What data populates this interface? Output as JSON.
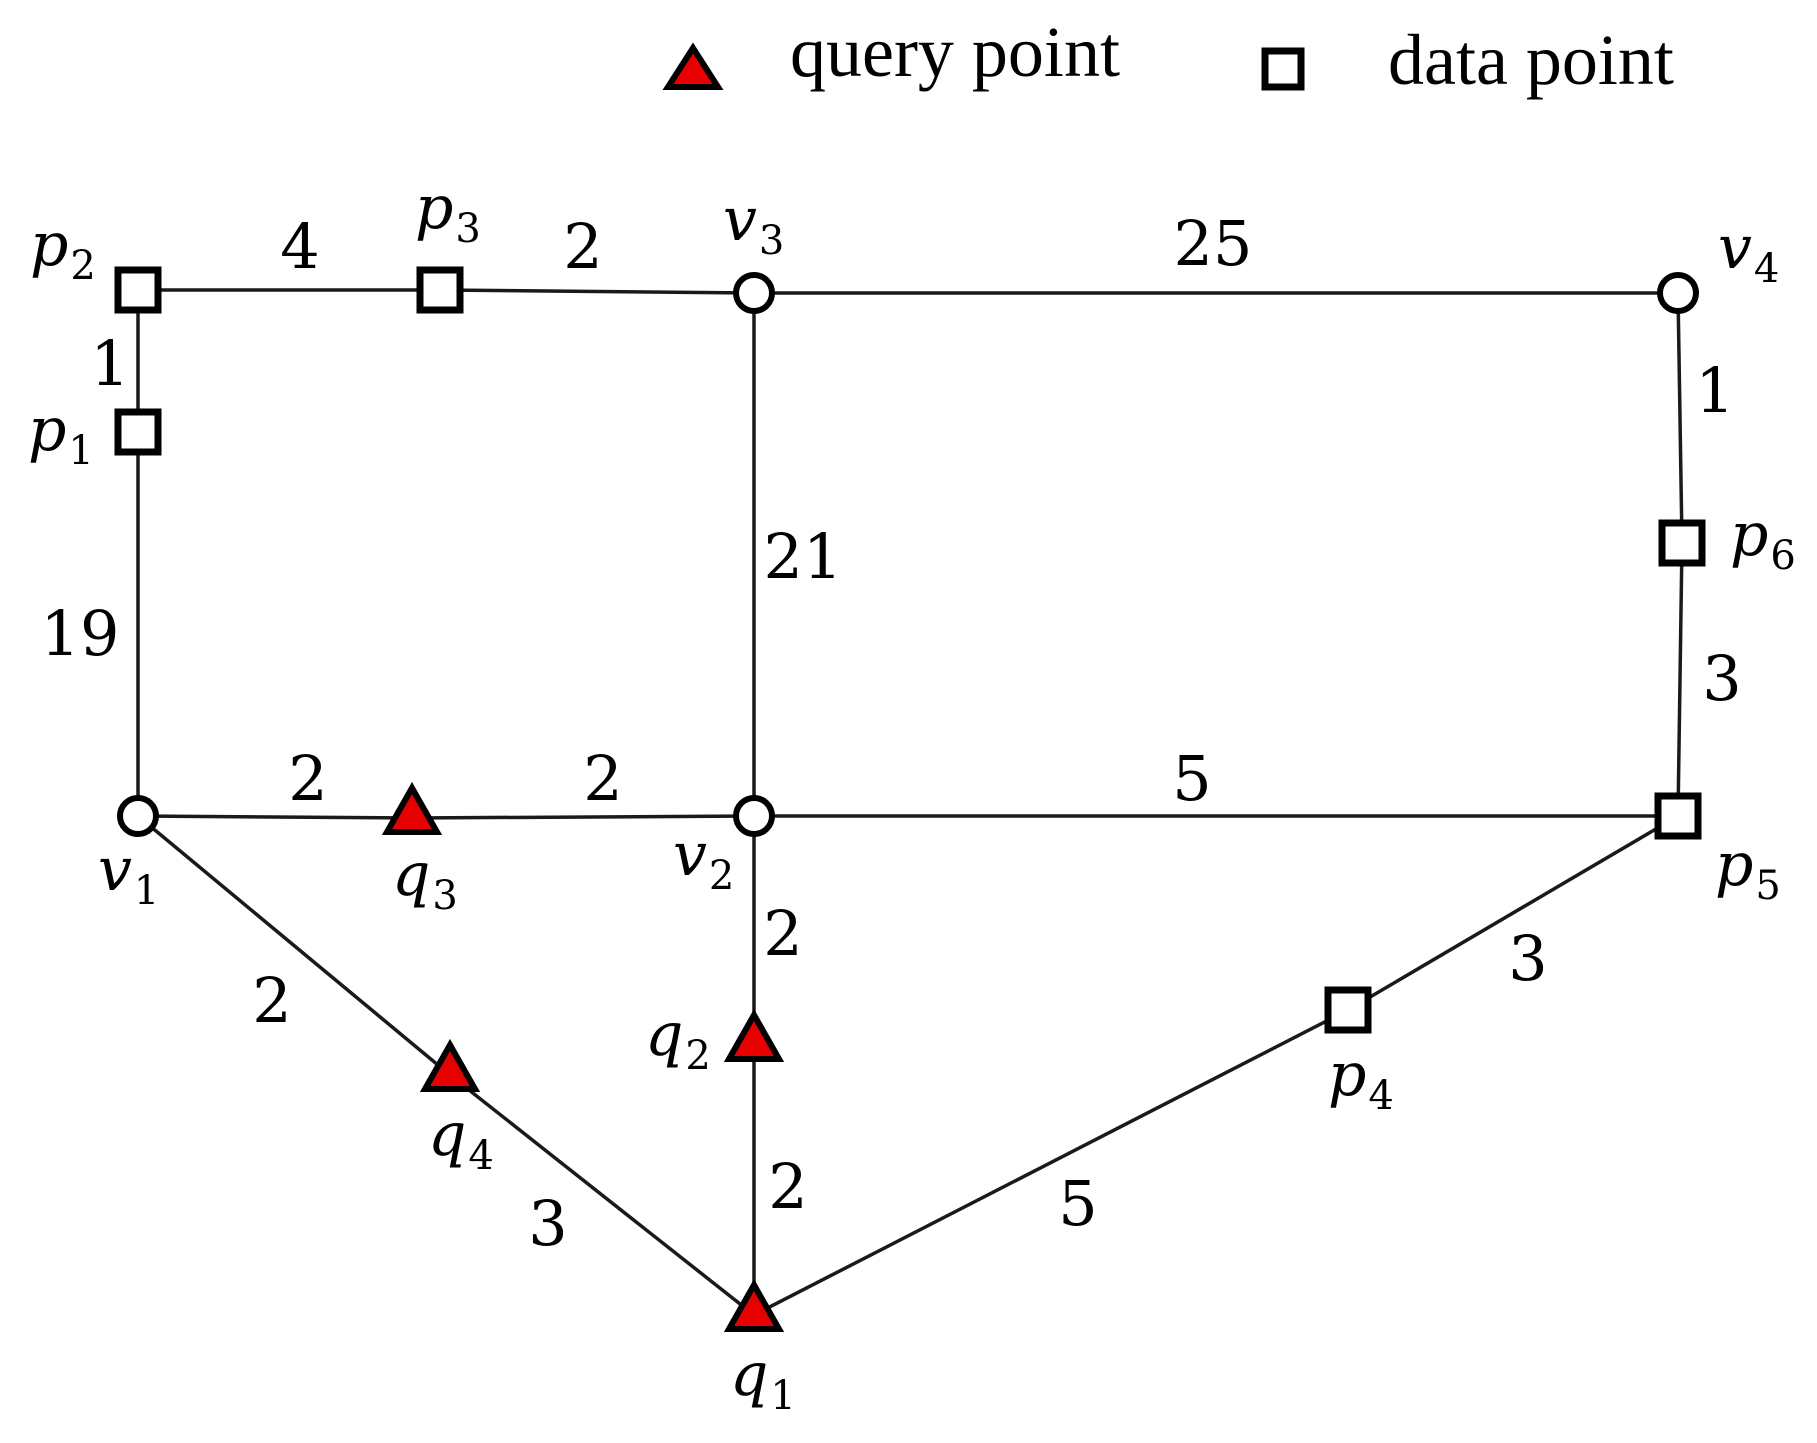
{
  "colors": {
    "query_fill": "#e60000",
    "stroke": "#000000",
    "background": "#ffffff"
  },
  "legend": {
    "query_label": "query point",
    "data_label": "data point"
  },
  "nodes": {
    "v1": {
      "base": "v",
      "sub": "1",
      "kind": "vertex"
    },
    "v2": {
      "base": "v",
      "sub": "2",
      "kind": "vertex"
    },
    "v3": {
      "base": "v",
      "sub": "3",
      "kind": "vertex"
    },
    "v4": {
      "base": "v",
      "sub": "4",
      "kind": "vertex"
    },
    "p1": {
      "base": "p",
      "sub": "1",
      "kind": "data"
    },
    "p2": {
      "base": "p",
      "sub": "2",
      "kind": "data"
    },
    "p3": {
      "base": "p",
      "sub": "3",
      "kind": "data"
    },
    "p4": {
      "base": "p",
      "sub": "4",
      "kind": "data"
    },
    "p5": {
      "base": "p",
      "sub": "5",
      "kind": "data"
    },
    "p6": {
      "base": "p",
      "sub": "6",
      "kind": "data"
    },
    "q1": {
      "base": "q",
      "sub": "1",
      "kind": "query"
    },
    "q2": {
      "base": "q",
      "sub": "2",
      "kind": "query"
    },
    "q3": {
      "base": "q",
      "sub": "3",
      "kind": "query"
    },
    "q4": {
      "base": "q",
      "sub": "4",
      "kind": "query"
    }
  },
  "edges": [
    {
      "from": "p2",
      "to": "p3",
      "weight": "4"
    },
    {
      "from": "p3",
      "to": "v3",
      "weight": "2"
    },
    {
      "from": "v3",
      "to": "v4",
      "weight": "25"
    },
    {
      "from": "p2",
      "to": "p1",
      "weight": "1"
    },
    {
      "from": "p1",
      "to": "v1",
      "weight": "19"
    },
    {
      "from": "v3",
      "to": "v2",
      "weight": "21"
    },
    {
      "from": "v4",
      "to": "p6",
      "weight": "1"
    },
    {
      "from": "p6",
      "to": "p5",
      "weight": "3"
    },
    {
      "from": "v1",
      "to": "q3",
      "weight": "2"
    },
    {
      "from": "q3",
      "to": "v2",
      "weight": "2"
    },
    {
      "from": "v2",
      "to": "p5",
      "weight": "5"
    },
    {
      "from": "v2",
      "to": "q2",
      "weight": "2"
    },
    {
      "from": "q2",
      "to": "q1",
      "weight": "2"
    },
    {
      "from": "v1",
      "to": "q4",
      "weight": "2"
    },
    {
      "from": "q4",
      "to": "q1",
      "weight": "3"
    },
    {
      "from": "q1",
      "to": "p4",
      "weight": "5"
    },
    {
      "from": "p4",
      "to": "p5",
      "weight": "3"
    }
  ]
}
